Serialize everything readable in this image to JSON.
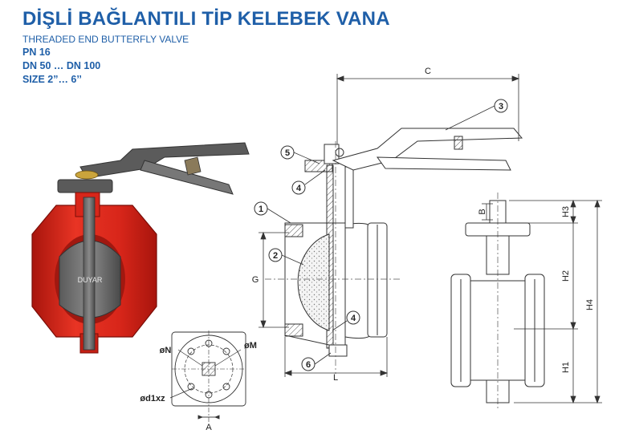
{
  "header": {
    "title": "DİŞLİ BAĞLANTILI TİP KELEBEK VANA",
    "subtitle": "THREADED END BUTTERFLY VALVE",
    "pressure": "PN 16",
    "dn_range": "DN 50 … DN 100",
    "size_range": "SIZE 2”… 6’’"
  },
  "product": {
    "brand_text": "DUYAR",
    "body_color": "#e02a1e",
    "disc_color": "#6e6e6e"
  },
  "callouts": [
    "1",
    "2",
    "3",
    "4",
    "4",
    "5",
    "6"
  ],
  "dimensions": {
    "c": "C",
    "g": "G",
    "l": "L",
    "b": "B",
    "h1": "H1",
    "h2": "H2",
    "h3": "H3",
    "h4": "H4",
    "a": "A",
    "n": "øN",
    "m": "øM",
    "d1": "ød1xz"
  }
}
